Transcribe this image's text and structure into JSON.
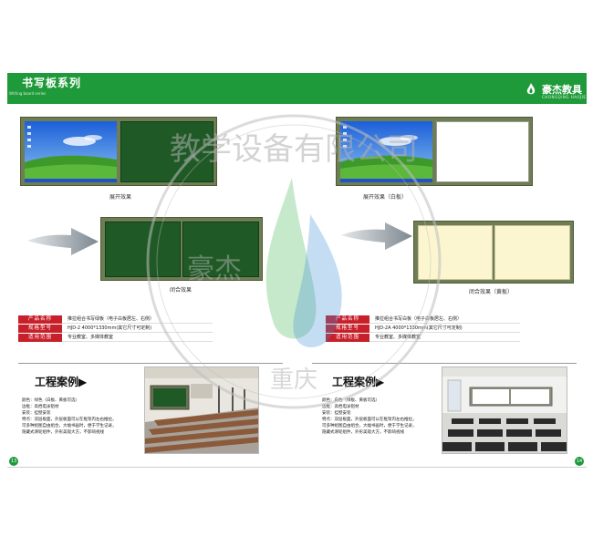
{
  "header": {
    "series_title": "书写板系列",
    "series_subtitle": "Writing board series",
    "brand_name": "豪杰教具",
    "brand_subtitle": "CHONGQING HAOJIE"
  },
  "captions": {
    "top_left": "展开效果",
    "top_right": "展开效果（白板）",
    "mid_left": "闭合效果",
    "mid_right": "闭合效果（黄板）"
  },
  "spec_left": [
    {
      "label": "产品名称",
      "value": "推拉组合书写绿板（电子白板居左、右侧）"
    },
    {
      "label": "规格型号",
      "value": "HJD-2  4000*1330mm(其它尺寸可定制)"
    },
    {
      "label": "适用范围",
      "value": "专业教室、多媒体教室"
    }
  ],
  "spec_right": [
    {
      "label": "产品名称",
      "value": "推拉组合书写白板（电子白板居左、右侧）"
    },
    {
      "label": "规格型号",
      "value": "HJD-2A  4000*1330mm(其它尺寸可定制)"
    },
    {
      "label": "适用范围",
      "value": "专业教室、多媒体教室"
    }
  ],
  "case_left": {
    "title": "工程案例▶",
    "details": [
      "颜色：绿色（白板、黄板可选）",
      "边框：高档电泳铝材",
      "安装：挂壁安装",
      "特点：双层板面，外层板面可以在框架内左右推拉，",
      "可多种组图自由组合，大幅书画时，便于学生记录，",
      "隐藏式滑轮组件，外形美观大方，不影响视线"
    ]
  },
  "case_right": {
    "title": "工程案例▶",
    "details": [
      "颜色：白色（绿板、黄板可选）",
      "边框：高档电泳铝材",
      "安装：挂壁安装",
      "特点：双层板面，外层板面可以在框架内左右推拉，",
      "可多种组图自由组合，大幅书画时，便于学生记录，",
      "隐藏式滑轮组件，外形美观大方，不影响视线"
    ]
  },
  "page_numbers": {
    "left": "13",
    "right": "14"
  },
  "colors": {
    "brand_green": "#1f9a3a",
    "label_red": "#c8202a",
    "chalk_green": "#1f5a26",
    "cream": "#fbf6cf"
  },
  "watermark": {
    "top_text": "教学设备有限公司",
    "left_text": "豪杰",
    "bottom_text": "重庆"
  }
}
